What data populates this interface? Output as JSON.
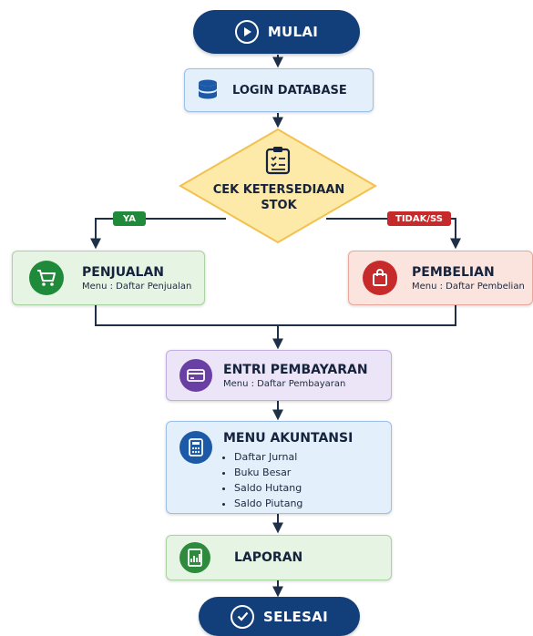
{
  "nodes": {
    "start": {
      "label": "MULAI"
    },
    "login": {
      "label": "LOGIN DATABASE"
    },
    "check": {
      "label_line1": "CEK KETERSEDIAAN",
      "label_line2": "STOK"
    },
    "yes_badge": "YA",
    "no_badge": "TIDAK/SS",
    "sales": {
      "title": "PENJUALAN",
      "menu": "Menu : Daftar Penjualan"
    },
    "purchase": {
      "title": "PEMBELIAN",
      "menu": "Menu : Daftar Pembelian"
    },
    "payment": {
      "title": "ENTRI PEMBAYARAN",
      "menu": "Menu : Daftar Pembayaran"
    },
    "accounting": {
      "title": "MENU AKUNTANSI",
      "items": [
        "Daftar Jurnal",
        "Buku Besar",
        "Saldo Hutang",
        "Saldo Piutang"
      ]
    },
    "report": {
      "label": "LAPORAN"
    },
    "end": {
      "label": "SELESAI"
    }
  },
  "icons": {
    "start": "play-icon",
    "login": "database-icon",
    "check": "clipboard-checklist-icon",
    "sales": "shopping-cart-icon",
    "purchase": "shopping-bag-icon",
    "payment": "credit-card-icon",
    "accounting": "calculator-icon",
    "report": "report-chart-icon",
    "end": "checkmark-icon"
  },
  "colors": {
    "terminal": "#123f7a",
    "connector": "#1e2f4a",
    "login_fill": "#e3effb",
    "decision_fill": "#fde9a8",
    "decision_stroke": "#f2c14e",
    "yes": "#1e8a3a",
    "no": "#c62a2a",
    "sales_fill": "#e6f4e3",
    "purchase_fill": "#fbe3de",
    "payment_fill": "#ece4f7",
    "payment_icon": "#6a3fa3",
    "accounting_fill": "#e3effb",
    "accounting_icon": "#1c5aa8",
    "report_fill": "#e6f4e3",
    "report_icon": "#2e8b3d"
  }
}
